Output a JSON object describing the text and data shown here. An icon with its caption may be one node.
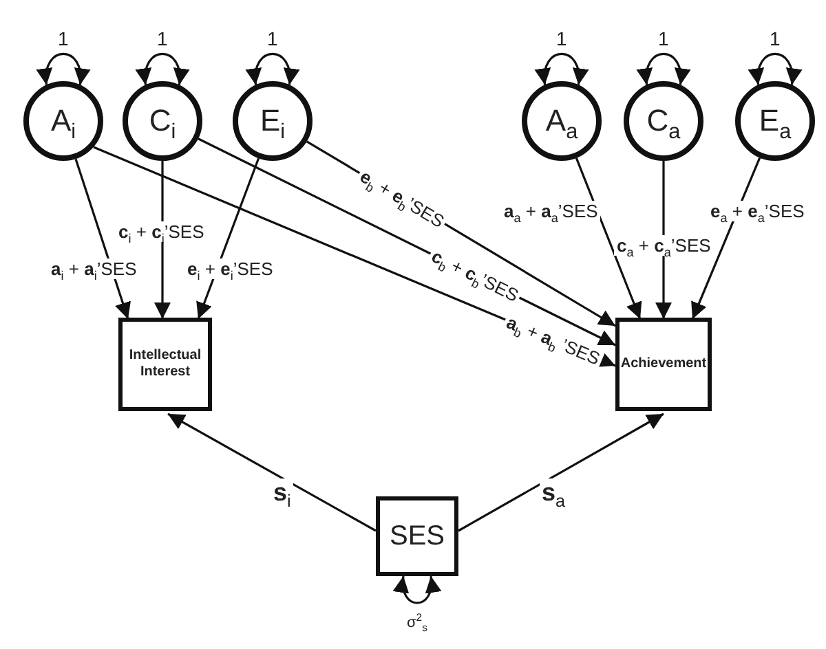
{
  "diagram": {
    "nodes": [
      {
        "text": [
          "A$_{i}$"
        ]
      },
      {
        "text": [
          "C$_{i}$"
        ]
      },
      {
        "text": [
          "E$_{i}$"
        ]
      },
      {
        "text": [
          "A$_{a}$"
        ]
      },
      {
        "text": [
          "C$_{a}$"
        ]
      },
      {
        "text": [
          "E$_{a}$"
        ]
      },
      {
        "text": [
          "Intellectual Interest"
        ]
      },
      {
        "text": [
          "Achievement"
        ]
      },
      {
        "text": [
          "SES"
        ]
      }
    ],
    "edges": [
      {
        "from": 0,
        "to": 0,
        "arrow": "both",
        "label": "1"
      },
      {
        "from": 1,
        "to": 1,
        "arrow": "both",
        "label": "1"
      },
      {
        "from": 2,
        "to": 2,
        "arrow": "both",
        "label": "1"
      },
      {
        "from": 3,
        "to": 3,
        "arrow": "both",
        "label": "1"
      },
      {
        "from": 4,
        "to": 4,
        "arrow": "both",
        "label": "1"
      },
      {
        "from": 5,
        "to": 5,
        "arrow": "both",
        "label": "1"
      },
      {
        "from": 0,
        "to": 6,
        "arrow": "to",
        "label": "**a**$_{i}$ + **a**$_{i}$’SES"
      },
      {
        "from": 1,
        "to": 6,
        "arrow": "to",
        "label": "**c**$_{i}$ + **c**$_{i}$’SES"
      },
      {
        "from": 2,
        "to": 6,
        "arrow": "to",
        "label": "**e**$_{i}$ + **e**$_{i}$’SES"
      },
      {
        "from": 0,
        "to": 7,
        "arrow": "to",
        "label": "**a**$_{b}$ + **a**$_{b}$ ’SES"
      },
      {
        "from": 1,
        "to": 7,
        "arrow": "to",
        "label": "**c**$_{b}$ + **c**$_{b}$’SES"
      },
      {
        "from": 2,
        "to": 7,
        "arrow": "to",
        "label": "**e**$_{b}$ + **e**$_{b}$’SES"
      },
      {
        "from": 3,
        "to": 7,
        "arrow": "to",
        "label": "**a**$_{a}$ + **a**$_{a}$’SES"
      },
      {
        "from": 4,
        "to": 7,
        "arrow": "to",
        "label": "**c**$_{a}$ + **c**$_{a}$’SES"
      },
      {
        "from": 5,
        "to": 7,
        "arrow": "to",
        "label": "**e**$_{a}$ + **e**$_{a}$’SES"
      },
      {
        "from": 8,
        "to": 6,
        "arrow": "to",
        "label": "**s**$_{i}$"
      },
      {
        "from": 8,
        "to": 7,
        "arrow": "to",
        "label": "**s**$_{a}$"
      },
      {
        "from": 8,
        "to": 8,
        "arrow": "both",
        "label": "σ$^{2}$$_{s}$"
      }
    ]
  }
}
